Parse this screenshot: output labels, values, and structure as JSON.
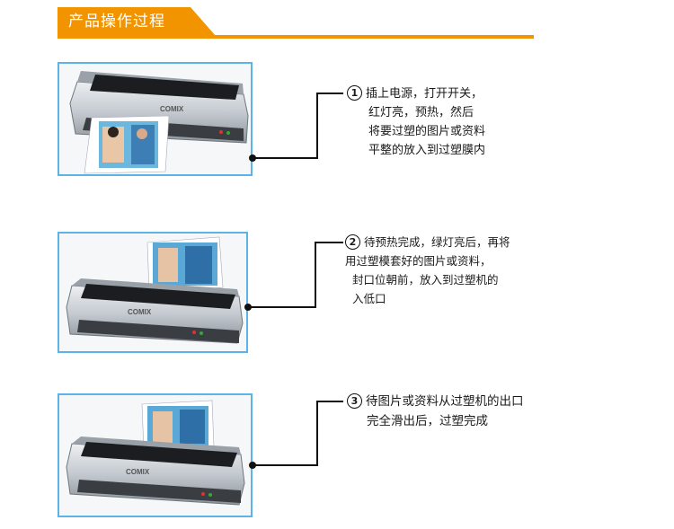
{
  "header": {
    "title": "产品操作过程",
    "accent_color": "#f29400"
  },
  "frame_border_color": "#5bb4e5",
  "steps": [
    {
      "number": "1",
      "lines": [
        "插上电源，打开开关，",
        "红灯亮，预热，然后",
        "将要过塑的图片或资料",
        "平整的放入到过塑膜内"
      ]
    },
    {
      "number": "2",
      "lines": [
        "待预热完成，绿灯亮后，再将",
        "用过塑模套好的图片或资料，",
        "封口位朝前，放入到过塑机的",
        "入低口"
      ]
    },
    {
      "number": "3",
      "lines": [
        "待图片或资料从过塑机的出口",
        "完全滑出后，过塑完成"
      ]
    }
  ],
  "machine_logo": "COMIX"
}
